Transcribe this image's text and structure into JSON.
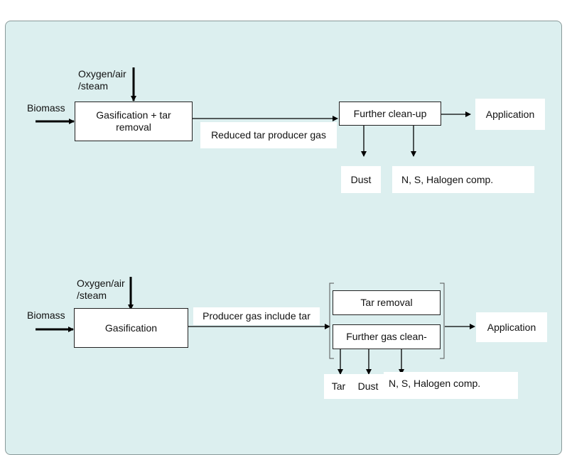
{
  "diagram1": {
    "input_top": "Oxygen/air\n/steam",
    "input_left": "Biomass",
    "process": "Gasification + tar\nremoval",
    "stream": "Reduced tar producer gas",
    "cleanup": "Further clean-up",
    "output": "Application",
    "byproduct_1": "Dust",
    "byproduct_2": "N, S, Halogen comp."
  },
  "diagram2": {
    "input_top": "Oxygen/air\n/steam",
    "input_left": "Biomass",
    "process": "Gasification",
    "stream": "Producer gas include tar",
    "stage_1": "Tar removal",
    "stage_2": "Further gas clean-",
    "output": "Application",
    "byproduct_1": "Tar",
    "byproduct_2": "Dust",
    "byproduct_3": "N, S, Halogen comp."
  },
  "colors": {
    "panel_bg": "#dcefef",
    "panel_border": "#8a9a9a",
    "line": "#000000"
  }
}
